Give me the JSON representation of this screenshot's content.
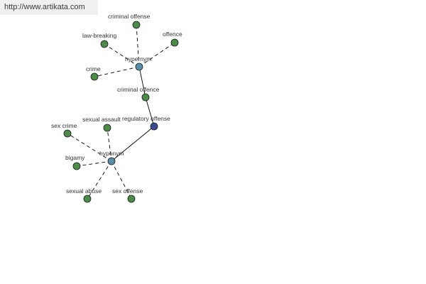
{
  "watermark": {
    "text": "http://www.artikata.com"
  },
  "graph": {
    "colors": {
      "leaf": "#4e8a4a",
      "hub": "#5a8ea8",
      "root": "#3b4a8c",
      "edge": "#000000"
    },
    "nodes": [
      {
        "id": "criminal-offense",
        "label": "criminal offense",
        "type": "leaf"
      },
      {
        "id": "law-breaking",
        "label": "law-breaking",
        "type": "leaf"
      },
      {
        "id": "offence",
        "label": "offence",
        "type": "leaf"
      },
      {
        "id": "hypernym",
        "label": "hypernym",
        "type": "hub"
      },
      {
        "id": "crime",
        "label": "crime",
        "type": "leaf"
      },
      {
        "id": "criminal-offence",
        "label": "criminal offence",
        "type": "leaf"
      },
      {
        "id": "regulatory-offense",
        "label": "regulatory offense",
        "type": "root"
      },
      {
        "id": "sexual-assault",
        "label": "sexual assault",
        "type": "leaf"
      },
      {
        "id": "sex-crime",
        "label": "sex crime",
        "type": "leaf"
      },
      {
        "id": "hyponym",
        "label": "hyponym",
        "type": "hub"
      },
      {
        "id": "bigamy",
        "label": "bigamy",
        "type": "leaf"
      },
      {
        "id": "sexual-abuse",
        "label": "sexual abuse",
        "type": "leaf"
      },
      {
        "id": "sex-offense",
        "label": "sex offense",
        "type": "leaf"
      }
    ],
    "edges": [
      {
        "from": "hypernym",
        "to": "criminal-offense",
        "style": "dashed"
      },
      {
        "from": "hypernym",
        "to": "law-breaking",
        "style": "dashed"
      },
      {
        "from": "hypernym",
        "to": "offence",
        "style": "dashed"
      },
      {
        "from": "hypernym",
        "to": "crime",
        "style": "dashed"
      },
      {
        "from": "hypernym",
        "to": "criminal-offence",
        "style": "solid"
      },
      {
        "from": "criminal-offence",
        "to": "regulatory-offense",
        "style": "solid"
      },
      {
        "from": "regulatory-offense",
        "to": "hyponym",
        "style": "solid"
      },
      {
        "from": "hyponym",
        "to": "sexual-assault",
        "style": "dashed"
      },
      {
        "from": "hyponym",
        "to": "sex-crime",
        "style": "dashed"
      },
      {
        "from": "hyponym",
        "to": "bigamy",
        "style": "dashed"
      },
      {
        "from": "hyponym",
        "to": "sexual-abuse",
        "style": "dashed"
      },
      {
        "from": "hyponym",
        "to": "sex-offense",
        "style": "dashed"
      }
    ]
  }
}
